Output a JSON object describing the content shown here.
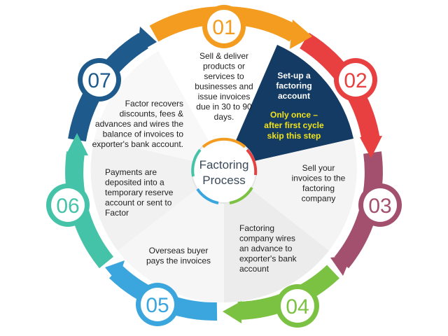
{
  "diagram": {
    "center": {
      "line1": "Factoring",
      "line2": "Process"
    },
    "steps": [
      {
        "number": "01",
        "color": "#f39c1f",
        "lines": [
          "Sell & deliver",
          "products or",
          "services to",
          "businesses and",
          "issue invoices",
          "due in 30 to 90",
          "days."
        ]
      },
      {
        "number": "02",
        "color": "#e84040",
        "lines": [
          "Set-up a",
          "factoring",
          "account"
        ]
      },
      {
        "number": "03",
        "color": "#a3506f",
        "lines": [
          "Sell your",
          "invoices to the",
          "factoring",
          "company"
        ]
      },
      {
        "number": "04",
        "color": "#7cc242",
        "lines": [
          "Factoring",
          "company wires",
          "an advance to",
          "exporter's bank",
          "account"
        ]
      },
      {
        "number": "05",
        "color": "#3aa6dd",
        "lines": [
          "Overseas buyer",
          "pays the invoices"
        ]
      },
      {
        "number": "06",
        "color": "#45c3a8",
        "lines": [
          "Payments are",
          "deposited into a",
          "temporary reserve",
          "account or sent to",
          "Factor"
        ]
      },
      {
        "number": "07",
        "color": "#1f5a8c",
        "lines": [
          "Factor recovers",
          "discounts, fees &",
          "advances and wires the",
          "balance of invoices to",
          "exporter's bank account."
        ]
      }
    ],
    "highlight_note": [
      "Only once –",
      "after first cycle",
      "skip this step"
    ],
    "colors": {
      "highlight_box": "#143b63",
      "highlight_text": "#f2e21a",
      "center_text": "#3a4a5a"
    }
  }
}
